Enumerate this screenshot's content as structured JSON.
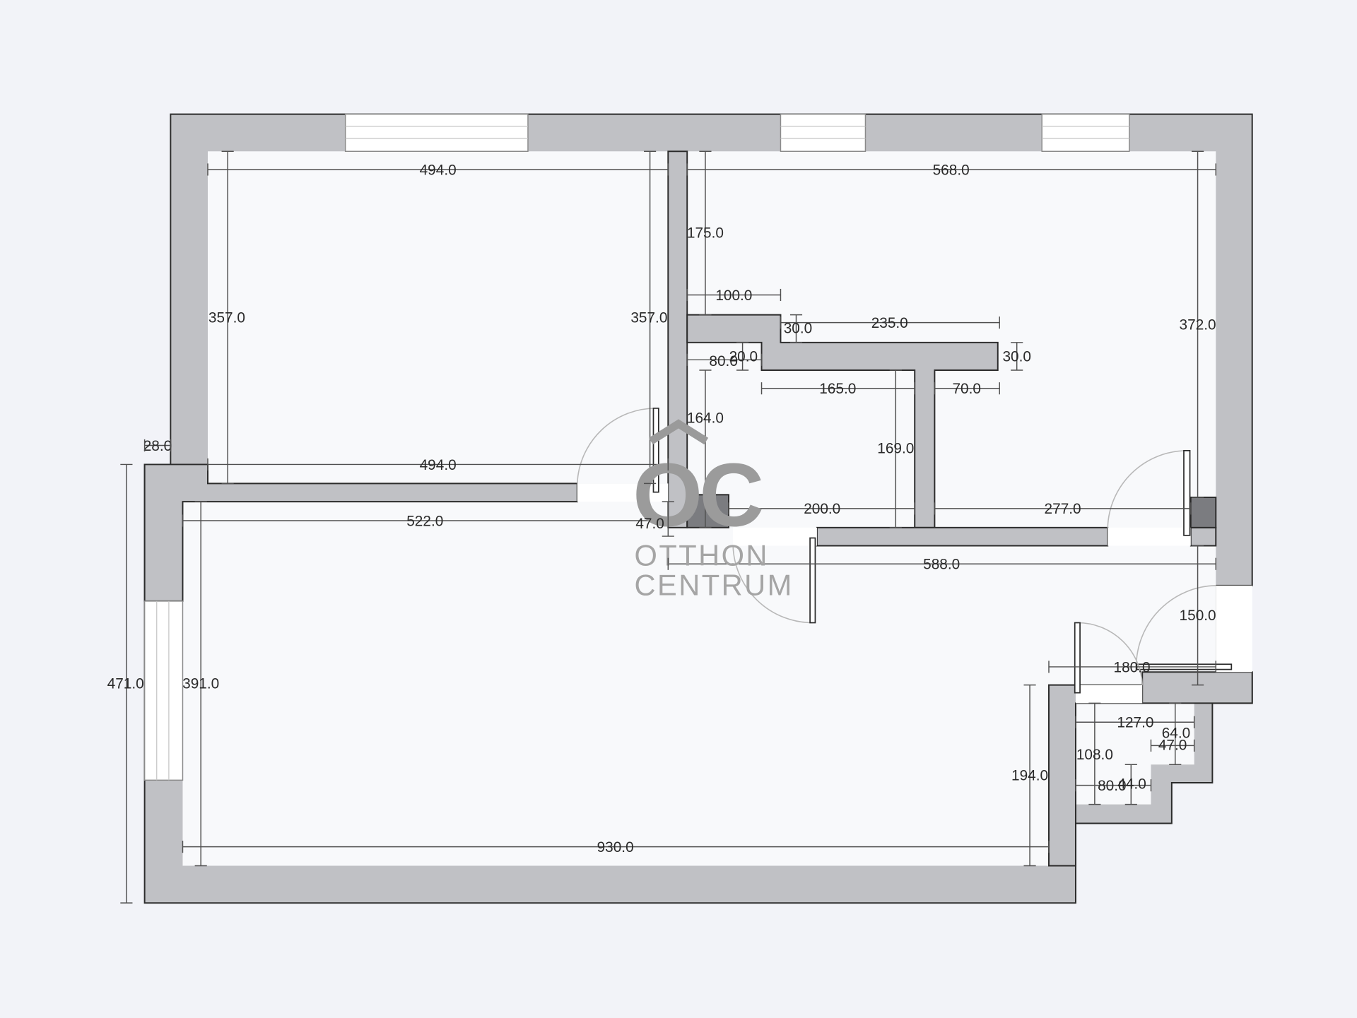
{
  "floor_plan": {
    "watermark": {
      "monogram": "OC",
      "line1": "OTTHON",
      "line2": "CENTRUM"
    },
    "dimensions": [
      {
        "id": "d01",
        "label": "494.0"
      },
      {
        "id": "d02",
        "label": "568.0"
      },
      {
        "id": "d03",
        "label": "175.0"
      },
      {
        "id": "d04",
        "label": "100.0"
      },
      {
        "id": "d05",
        "label": "357.0"
      },
      {
        "id": "d06",
        "label": "357.0"
      },
      {
        "id": "d07",
        "label": "30.0"
      },
      {
        "id": "d08",
        "label": "235.0"
      },
      {
        "id": "d09",
        "label": "372.0"
      },
      {
        "id": "d10",
        "label": "80.0"
      },
      {
        "id": "d11",
        "label": "20.0"
      },
      {
        "id": "d12",
        "label": "30.0"
      },
      {
        "id": "d13",
        "label": "165.0"
      },
      {
        "id": "d14",
        "label": "70.0"
      },
      {
        "id": "d15",
        "label": "164.0"
      },
      {
        "id": "d16",
        "label": "28.0"
      },
      {
        "id": "d17",
        "label": "494.0"
      },
      {
        "id": "d18",
        "label": "169.0"
      },
      {
        "id": "d19",
        "label": "200.0"
      },
      {
        "id": "d20",
        "label": "277.0"
      },
      {
        "id": "d21",
        "label": "522.0"
      },
      {
        "id": "d22",
        "label": "47.0"
      },
      {
        "id": "d23",
        "label": "588.0"
      },
      {
        "id": "d24",
        "label": "150.0"
      },
      {
        "id": "d25",
        "label": "471.0"
      },
      {
        "id": "d26",
        "label": "391.0"
      },
      {
        "id": "d27",
        "label": "180.0"
      },
      {
        "id": "d28",
        "label": "127.0"
      },
      {
        "id": "d29",
        "label": "64.0"
      },
      {
        "id": "d30",
        "label": "47.0"
      },
      {
        "id": "d31",
        "label": "108.0"
      },
      {
        "id": "d32",
        "label": "194.0"
      },
      {
        "id": "d33",
        "label": "80.0"
      },
      {
        "id": "d34",
        "label": "44.0"
      },
      {
        "id": "d35",
        "label": "930.0"
      }
    ]
  }
}
